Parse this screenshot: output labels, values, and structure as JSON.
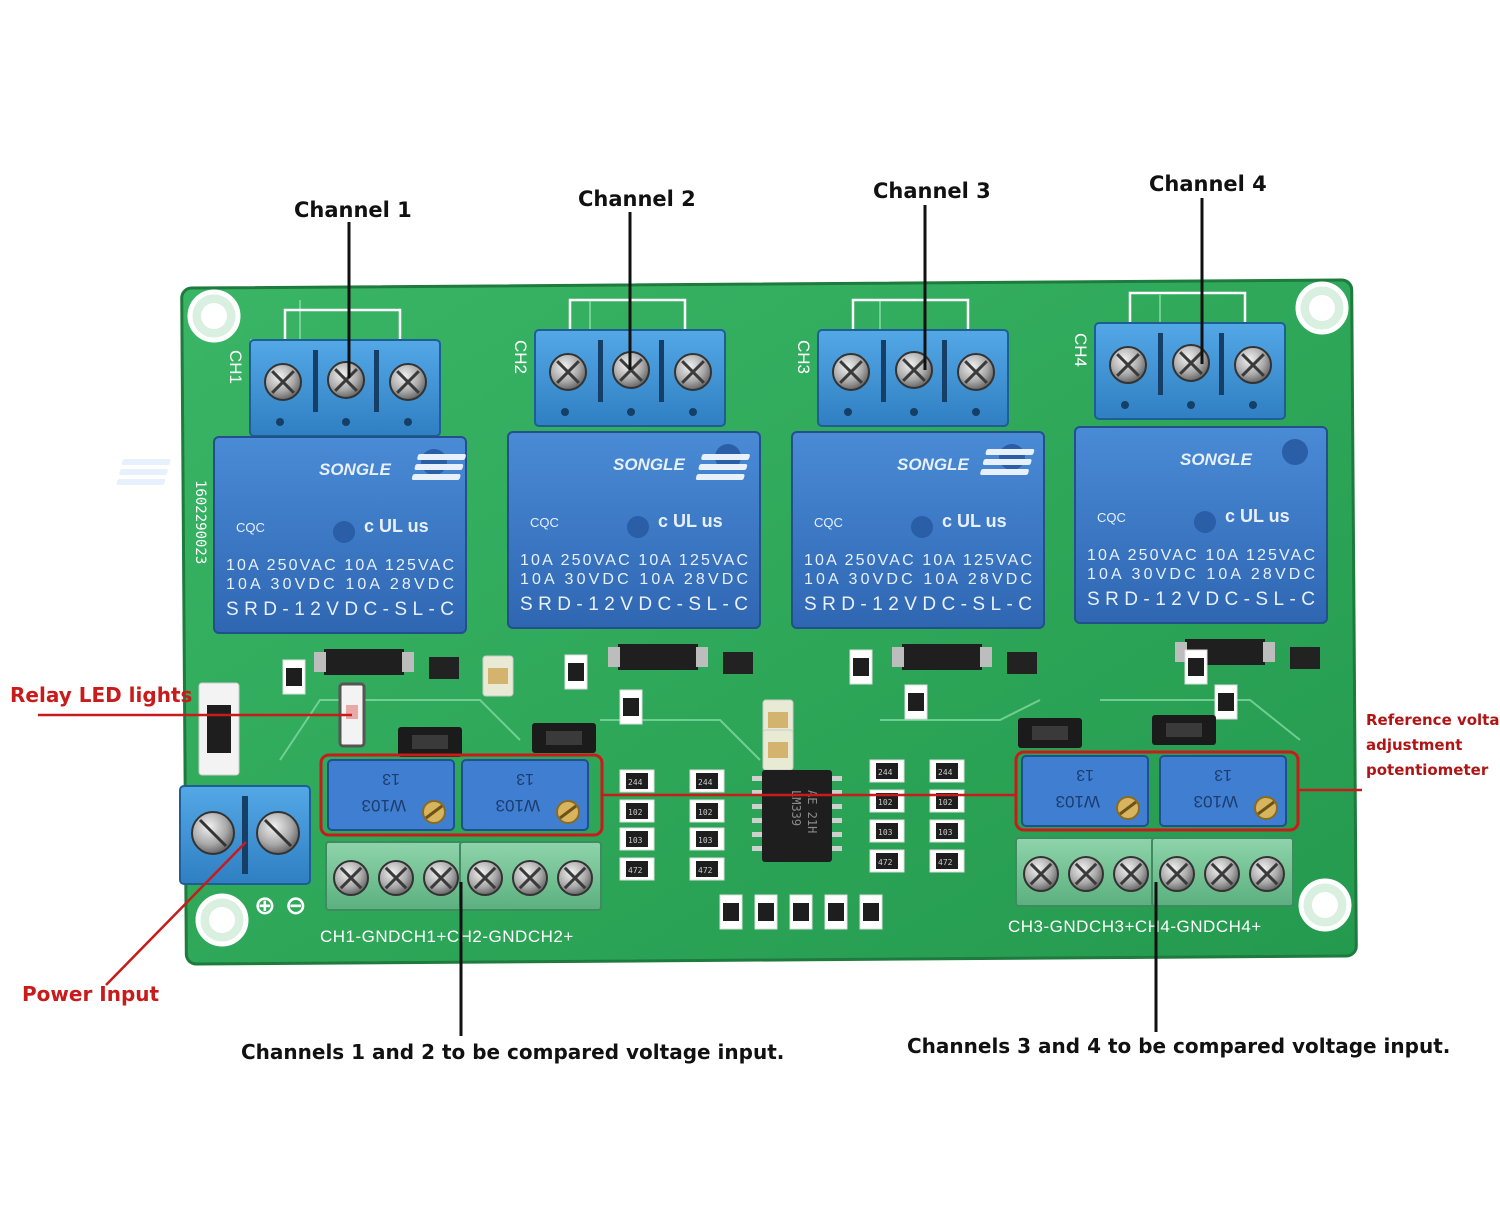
{
  "callouts": {
    "channel_1": "Channel 1",
    "channel_2": "Channel 2",
    "channel_3": "Channel 3",
    "channel_4": "Channel 4",
    "relay_led_lights": "Relay LED lights",
    "ref_voltage_line1": "Reference voltage",
    "ref_voltage_line2": "adjustment",
    "ref_voltage_line3": "potentiometer",
    "power_input": "Power Input",
    "channels_12_input": "Channels 1 and 2 to be compared voltage input.",
    "channels_34_input": "Channels 3 and 4 to be compared voltage input."
  },
  "board": {
    "serial": "1602290023",
    "relay_brand": "SONGLE",
    "relay_cert": "CQC",
    "relay_ul": "c UL us",
    "relay_rating_1": "10A 250VAC 10A 125VAC",
    "relay_rating_2": "10A  30VDC 10A  28VDC",
    "relay_model": "SRD-12VDC-SL-C",
    "channel_tags": [
      "CH1",
      "CH2",
      "CH3",
      "CH4"
    ],
    "pot_code": "W103",
    "pot_num": "13",
    "ic_text_1": "LM339",
    "ic_text_2": "AE 21H",
    "terminal_label_left": "CH1-GNDCH1+CH2-GNDCH2+",
    "terminal_label_right": "CH3-GNDCH3+CH4-GNDCH4+",
    "power_symbols": "⊕ ⊖",
    "resistor_codes": [
      "244",
      "102",
      "103",
      "472"
    ]
  },
  "colors": {
    "pcb_green": "#2fa85a",
    "relay_blue": "#3b78c4",
    "terminal_blue": "#3a8fd0",
    "terminal_green": "#6cc08f",
    "callout_red": "#c81b1b",
    "callout_black": "#111111"
  }
}
